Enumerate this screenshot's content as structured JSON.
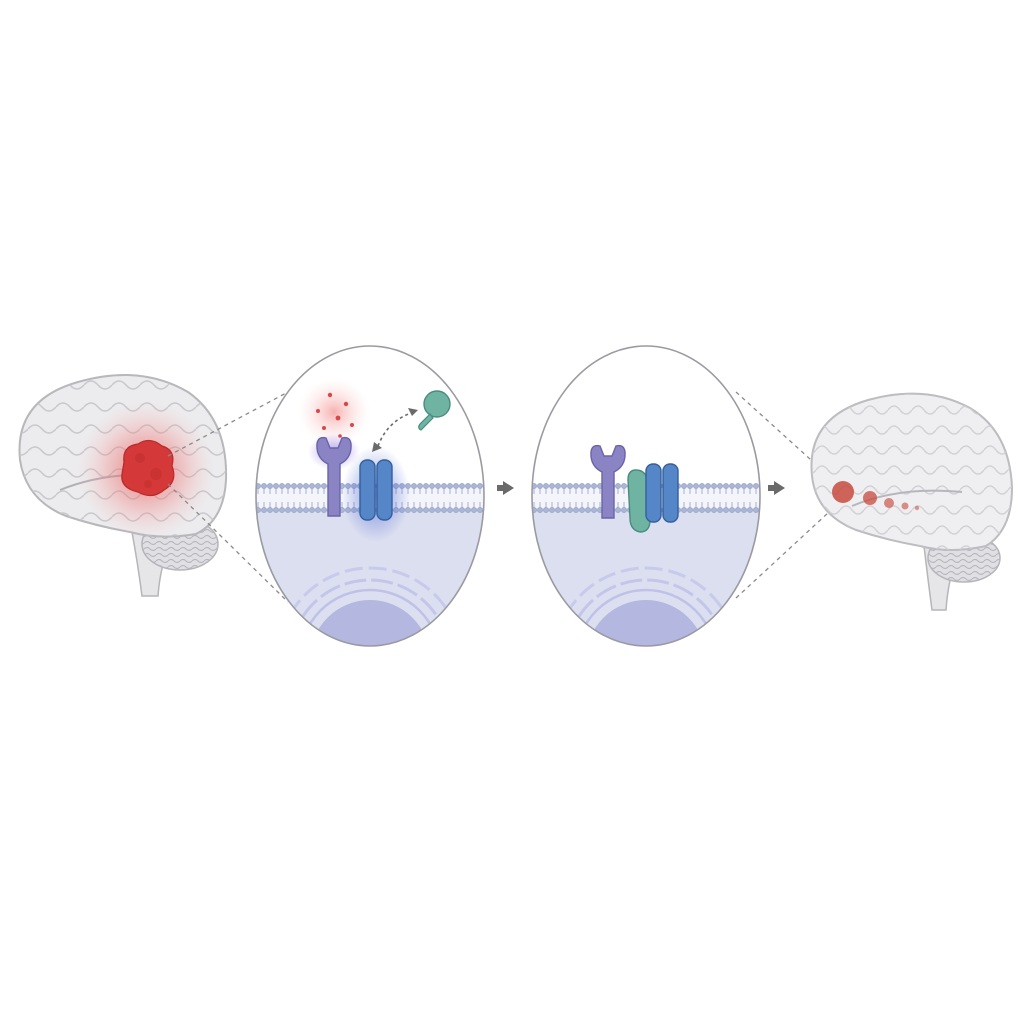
{
  "figure": {
    "panels": [
      {
        "id": "brain-left",
        "role": "brain with highlighted lesion",
        "state": "before"
      },
      {
        "id": "zoom-left",
        "role": "membrane zoom: receptor, channel, free ligand",
        "state": "before"
      },
      {
        "id": "zoom-right",
        "role": "membrane zoom: ligand bound to receptor complex",
        "state": "after"
      },
      {
        "id": "brain-right",
        "role": "brain with dispersed small lesions",
        "state": "after"
      }
    ],
    "arrows": [
      "process-arrow-1",
      "process-arrow-2"
    ]
  },
  "colors": {
    "background": "#ffffff",
    "brain_fill": "#e9e9eb",
    "brain_stroke": "#b9b9be",
    "lesion": "#d23a3a",
    "lesion_glow": "#f08080",
    "receptor_purple": "#8a84c4",
    "channel_blue": "#4f7fc1",
    "ligand_teal": "#6fb3a2",
    "membrane_head": "#a9b6d6",
    "cytoplasm": "#dcdff0",
    "nucleus": "#b6b9e0",
    "arrow": "#6a6a6a",
    "dash": "#8a8a8a"
  }
}
